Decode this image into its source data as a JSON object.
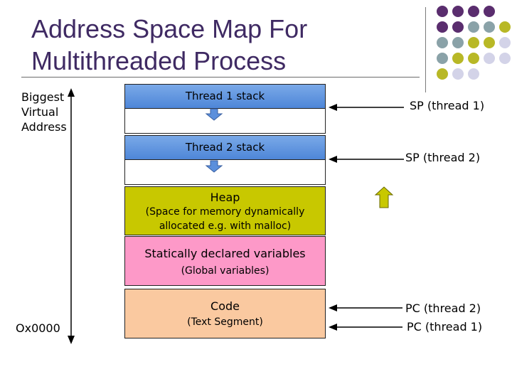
{
  "title": {
    "line1": "Address Space Map For",
    "line2": "Multithreaded Process"
  },
  "axis": {
    "top_label": [
      "Biggest",
      "Virtual",
      "Address"
    ],
    "bottom_label": "Ox0000"
  },
  "segments": {
    "thread1_stack": "Thread 1 stack",
    "thread2_stack": "Thread 2 stack",
    "heap_title": "Heap",
    "heap_desc_line1": "(Space for memory dynamically",
    "heap_desc_line2": "allocated e.g. with malloc)",
    "static_title": "Statically declared variables",
    "static_desc": "(Global variables)",
    "code_title": "Code",
    "code_desc": "(Text Segment)"
  },
  "pointers": {
    "sp_thread1": "SP (thread 1)",
    "sp_thread2": "SP (thread 2)",
    "pc_thread2": "PC (thread 2)",
    "pc_thread1": "PC (thread 1)"
  },
  "colors": {
    "title": "#3f2a63",
    "stack": "#5b8fdc",
    "heap": "#c8c800",
    "static": "#fd99c8",
    "code": "#fac9a0",
    "dot_purple": "#5a2d6e",
    "dot_teal": "#8aa2a8",
    "dot_olive": "#b8b826",
    "dot_lilac": "#d3d3e8"
  }
}
